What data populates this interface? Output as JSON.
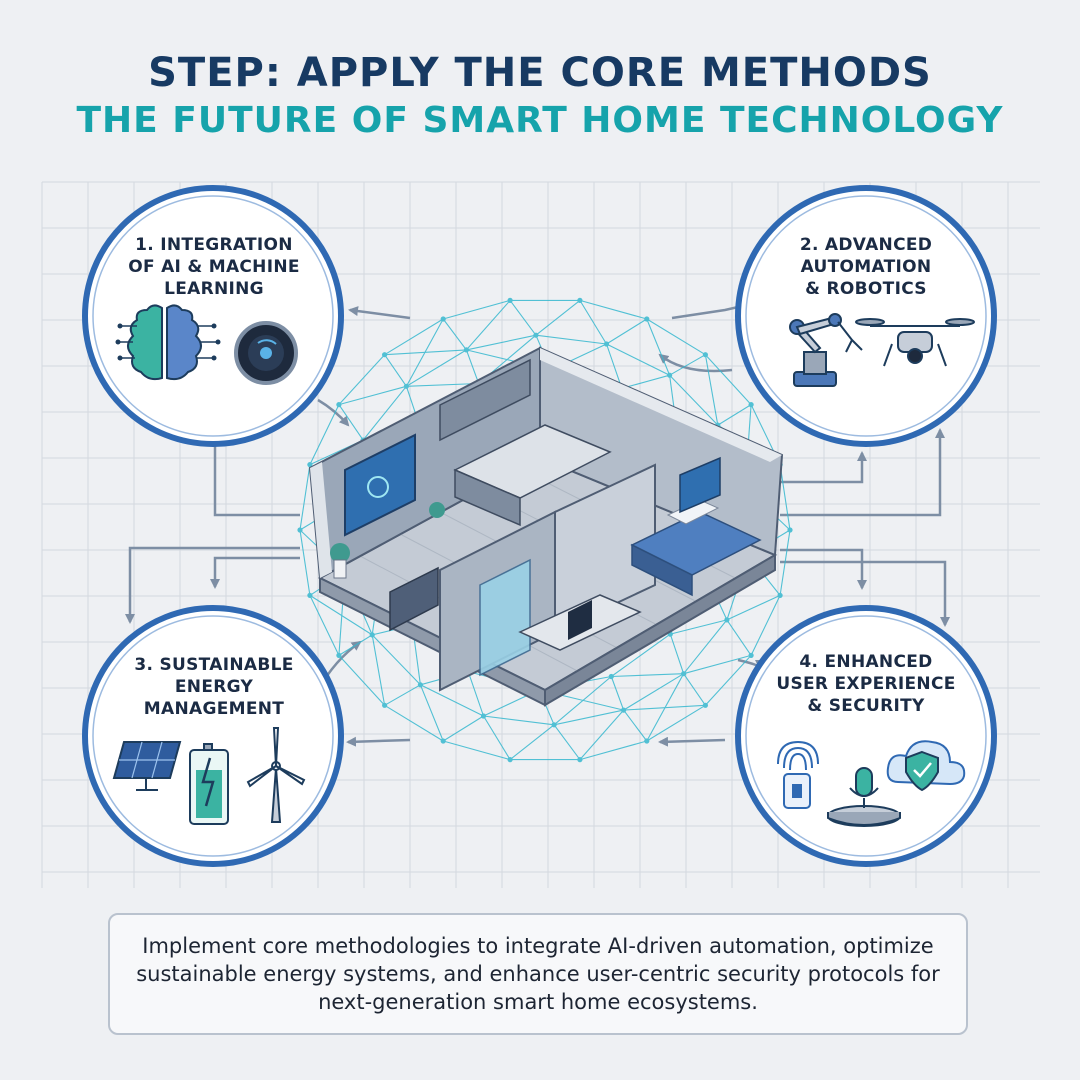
{
  "header": {
    "title": "STEP: APPLY THE CORE METHODS",
    "subtitle": "THE FUTURE OF SMART HOME TECHNOLOGY"
  },
  "methods": [
    {
      "label": "1. INTEGRATION\nOF AI & MACHINE\nLEARNING",
      "icons": [
        "brain-circuit-icon",
        "smart-speaker-icon"
      ]
    },
    {
      "label": "2. ADVANCED\nAUTOMATION\n& ROBOTICS",
      "icons": [
        "robotic-arm-icon",
        "drone-icon"
      ]
    },
    {
      "label": "3. SUSTAINABLE\nENERGY\nMANAGEMENT",
      "icons": [
        "solar-panel-icon",
        "battery-icon",
        "wind-turbine-icon"
      ]
    },
    {
      "label": "4. ENHANCED\nUSER EXPERIENCE\n& SECURITY",
      "icons": [
        "fingerprint-lock-icon",
        "voice-assistant-icon",
        "cloud-shield-icon"
      ]
    }
  ],
  "summary": "Implement core methodologies to integrate AI-driven automation, optimize sustainable energy systems, and enhance user-centric security protocols for next-generation smart home ecosystems.",
  "colors": {
    "background": "#eef0f3",
    "title": "#173a63",
    "subtitle": "#16a3ab",
    "circle_border": "#2f69b3",
    "network": "#36b8cf",
    "arrows": "#7d8ea4"
  }
}
